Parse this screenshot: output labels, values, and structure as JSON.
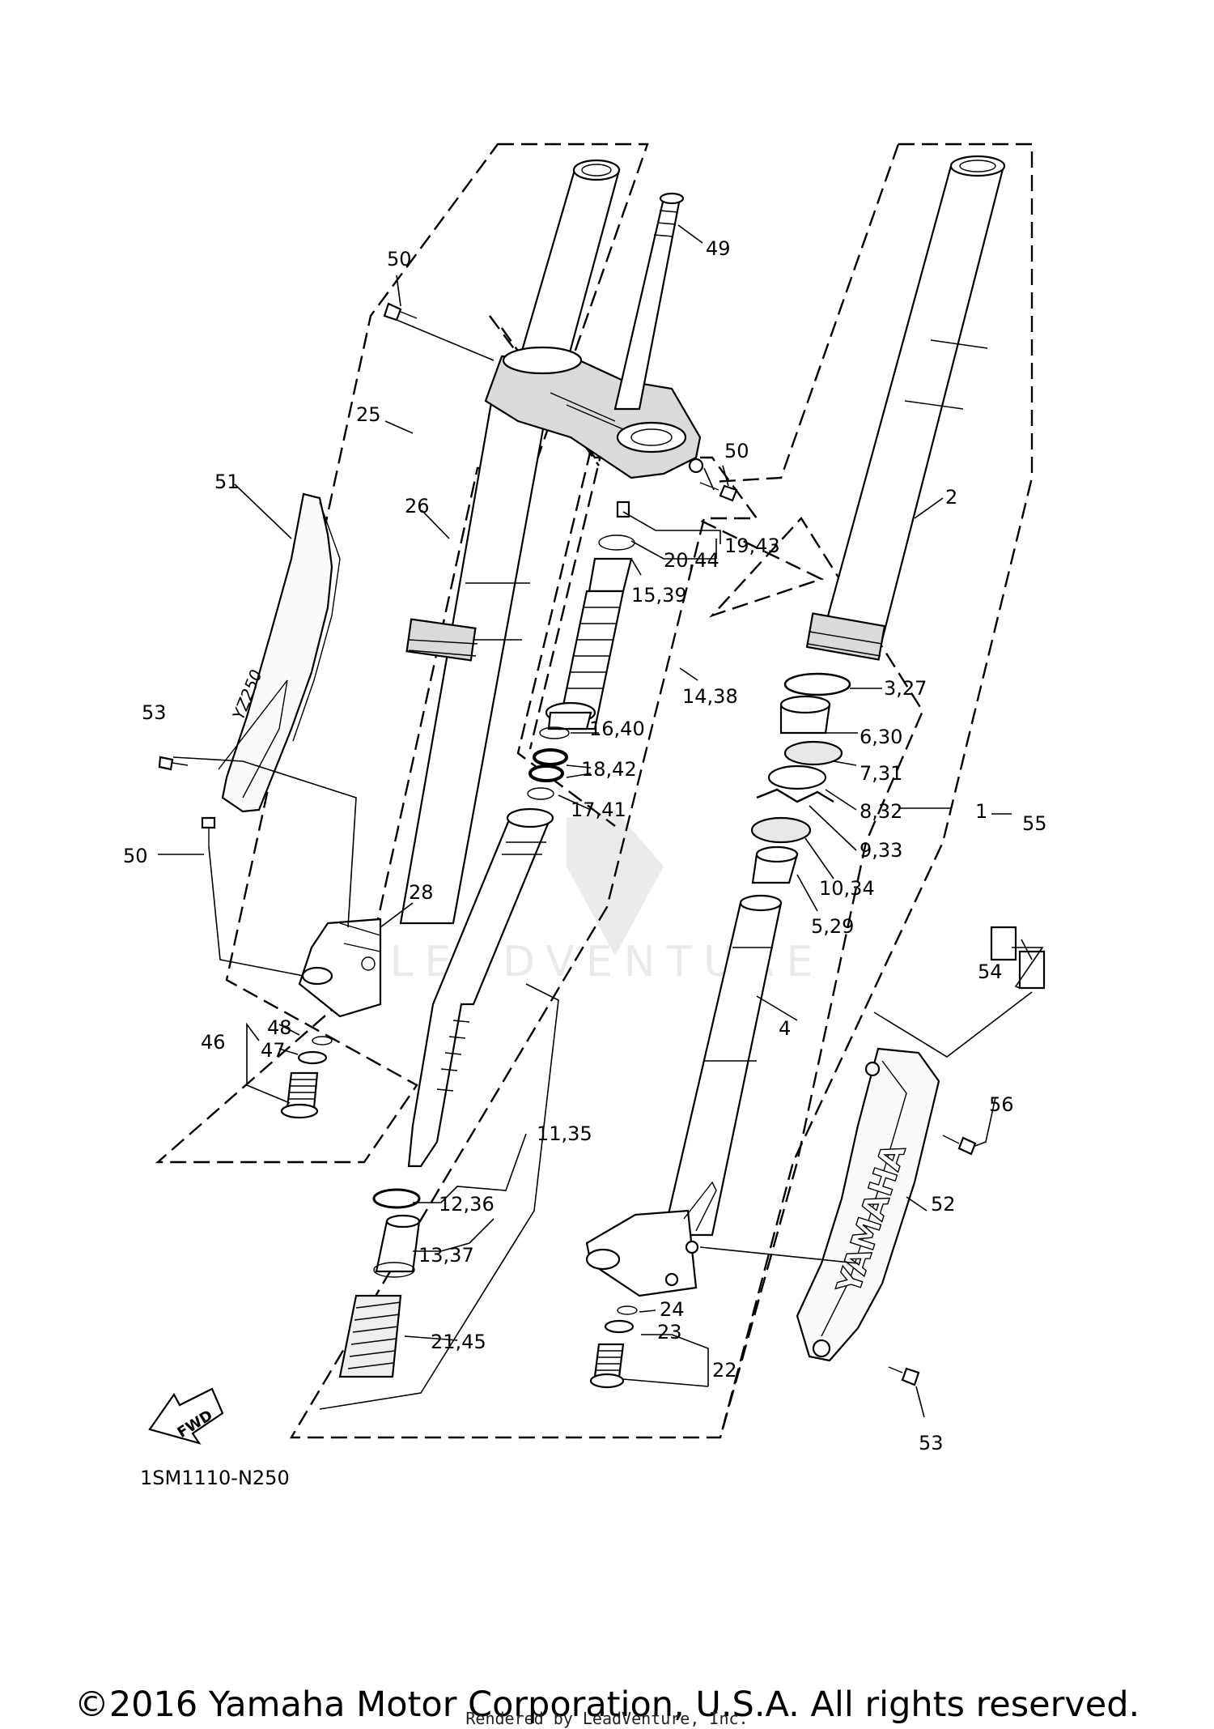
{
  "diagram_code": "1SM1110-N250",
  "fwd_label": "FWD",
  "watermark": "LEADVENTURE",
  "copyright": "©2016 Yamaha Motor Corporation, U.S.A. All rights reserved.",
  "rendered_by": "Rendered by LeadVenture, Inc.",
  "fender_brand": "YAMAHA",
  "fork_decal": "YZ250",
  "callouts": {
    "c50a": "50",
    "c49": "49",
    "c25": "25",
    "c50b": "50",
    "c51": "51",
    "c26": "26",
    "c2": "2",
    "c1943": "19,43",
    "c2044": "20,44",
    "c1539": "15,39",
    "c1438": "14,38",
    "c327": "3,27",
    "c53a": "53",
    "c1640": "16,40",
    "c630": "6,30",
    "c1842": "18,42",
    "c731": "7,31",
    "c1741": "17,41",
    "c832": "8,32",
    "c1": "1",
    "c55": "55",
    "c933": "9,33",
    "c50c": "50",
    "c28": "28",
    "c1034": "10,34",
    "c529": "5,29",
    "c54": "54",
    "c4": "4",
    "c48": "48",
    "c46": "46",
    "c47": "47",
    "c56": "56",
    "c1135": "11,35",
    "c1236": "12,36",
    "c52": "52",
    "c1337": "13,37",
    "c24": "24",
    "c2145": "21,45",
    "c23": "23",
    "c22": "22",
    "c53b": "53"
  }
}
